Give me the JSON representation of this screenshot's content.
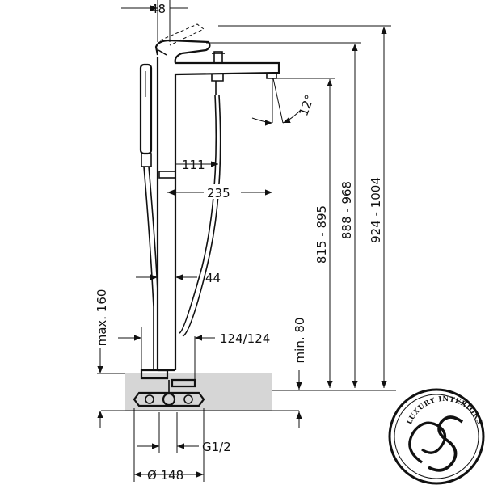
{
  "dimensions": {
    "top_offset": "48",
    "spout_angle": "12°",
    "reach_111": "111",
    "reach_235": "235",
    "handshower_gap": "44",
    "connection_spacing": "124/124",
    "max_160": "max. 160",
    "min_80": "min. 80",
    "height_spout": "815 - 895",
    "height_body": "888 - 968",
    "height_total": "924 - 1004",
    "thread": "G1/2",
    "base_diameter": "Ø 148"
  },
  "logo": {
    "text": "LUXURY INTERIORS",
    "monogram": "S"
  }
}
